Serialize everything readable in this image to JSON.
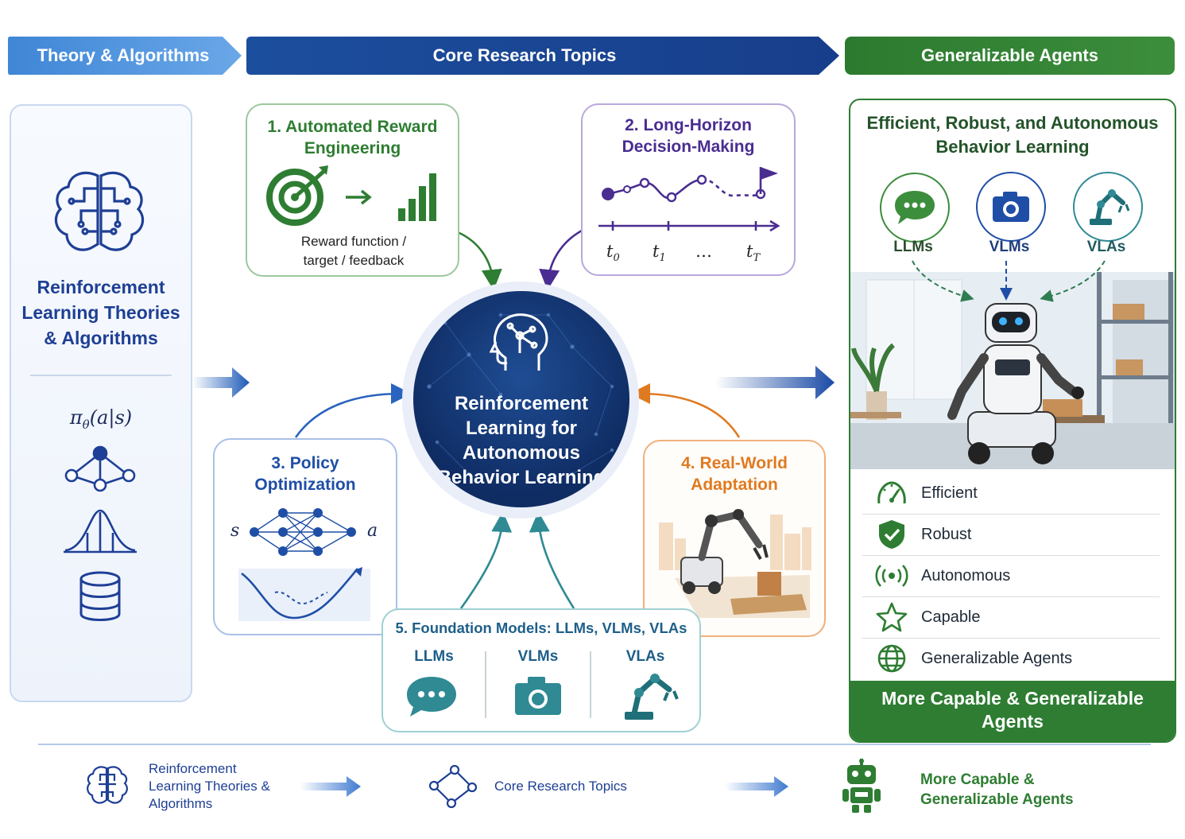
{
  "header": {
    "theory": "Theory & Algorithms",
    "core": "Core Research Topics",
    "agents": "Generalizable Agents"
  },
  "left_panel": {
    "title": "Reinforcement Learning Theories & Algorithms",
    "formula_pi": "π",
    "formula_theta": "θ",
    "formula_rest": "(a|s)"
  },
  "topics": {
    "t1": {
      "title_num": "1.",
      "title": "Automated Reward Engineering",
      "caption": "Reward function / target / feedback"
    },
    "t2": {
      "title": "2. Long-Horizon Decision-Making",
      "labels": [
        "t0",
        "t1",
        "…",
        "tT"
      ]
    },
    "t3": {
      "title": "3. Policy Optimization",
      "input": "s",
      "output": "a"
    },
    "t4": {
      "title": "4. Real-World Adaptation"
    },
    "t5": {
      "title": "5. Foundation Models: LLMs, VLMs, VLAs",
      "items": [
        "LLMs",
        "VLMs",
        "VLAs"
      ]
    }
  },
  "center": {
    "title": "Reinforcement Learning for Autonomous Behavior Learning"
  },
  "right_panel": {
    "title": "Efficient, Robust, and Autonomous Behavior Learning",
    "models": [
      "LLMs",
      "VLMs",
      "VLAs"
    ],
    "qualities": [
      "Efficient",
      "Robust",
      "Autonomous",
      "Capable",
      "Generalizable Agents"
    ],
    "footer": "More Capable & Generalizable Agents"
  },
  "bottom": {
    "step1": "Reinforcement Learning Theories & Algorithms",
    "step2": "Core Research Topics",
    "step3": "More Capable & Generalizable Agents"
  },
  "colors": {
    "blue_dark": "#173a78",
    "blue": "#1f4ea6",
    "green": "#2e7d32",
    "purple": "#4a2d91",
    "orange": "#e07a20",
    "teal": "#2f8a94"
  }
}
